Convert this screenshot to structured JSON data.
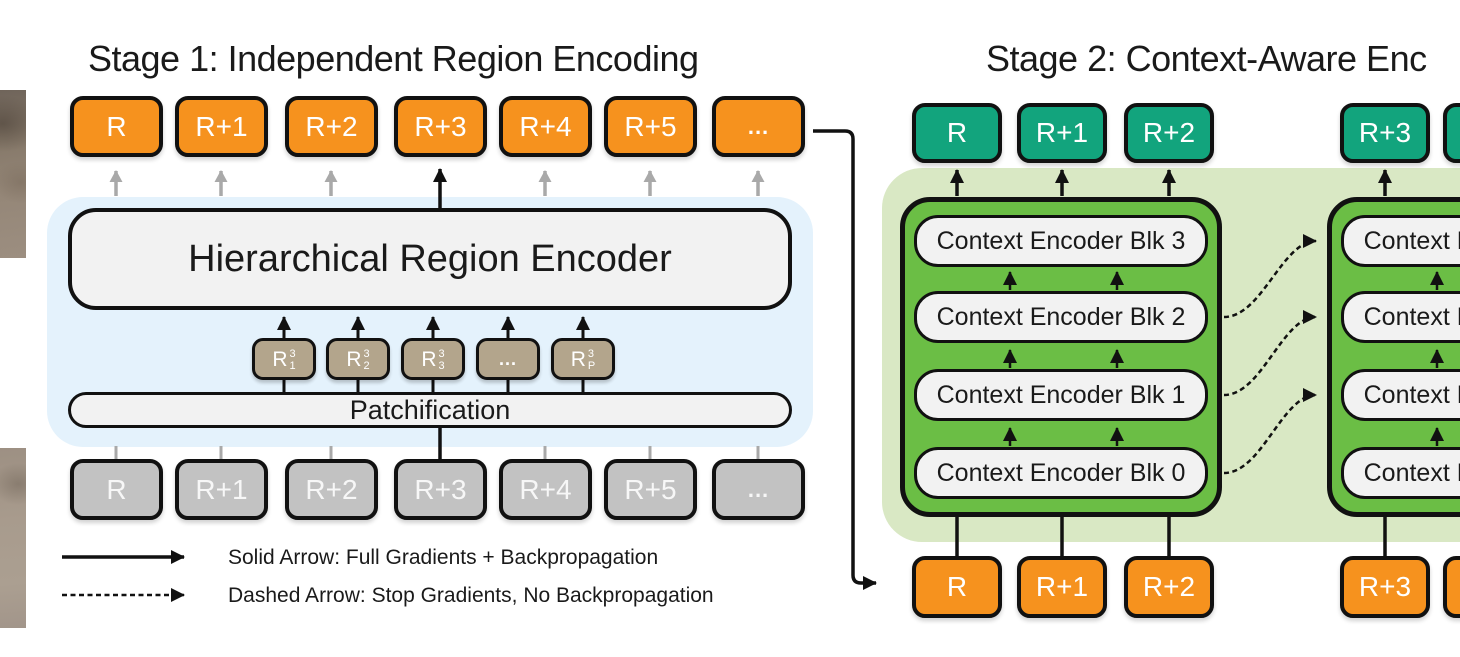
{
  "figure": {
    "stage1": {
      "title": "Stage 1: Independent Region Encoding",
      "output_tokens": [
        "R",
        "R+1",
        "R+2",
        "R+3",
        "R+4",
        "R+5",
        "..."
      ],
      "encoder_label": "Hierarchical Region Encoder",
      "patch_tokens": [
        {
          "base": "R",
          "sup": "3",
          "sub": "1"
        },
        {
          "base": "R",
          "sup": "3",
          "sub": "2"
        },
        {
          "base": "R",
          "sup": "3",
          "sub": "3"
        },
        {
          "dots": "..."
        },
        {
          "base": "R",
          "sup": "3",
          "sub": "P"
        }
      ],
      "patchification_label": "Patchification",
      "input_tokens": [
        "R",
        "R+1",
        "R+2",
        "R+3",
        "R+4",
        "R+5",
        "..."
      ],
      "legend_solid": "Solid Arrow: Full Gradients + Backpropagation",
      "legend_dashed": "Dashed Arrow: Stop Gradients, No Backpropagation"
    },
    "stage2": {
      "title": "Stage 2: Context-Aware Enc",
      "output_tokens": [
        "R",
        "R+1",
        "R+2",
        "R+3"
      ],
      "encoder_blocks": [
        "Context Encoder Blk 3",
        "Context Encoder Blk 2",
        "Context Encoder Blk 1",
        "Context Encoder Blk 0"
      ],
      "input_tokens": [
        "R",
        "R+1",
        "R+2",
        "R+3"
      ]
    },
    "colors": {
      "orange": "#F6921E",
      "teal": "#12A47D",
      "green": "#6BBE45",
      "light_green": "#D9E8C4",
      "light_blue": "#E4F2FC",
      "tan": "#B3A58C",
      "gray_token": "#C2C2C2",
      "gray_arrow": "#A9A9A9",
      "box_fill": "#F2F2F2",
      "ink": "#111111"
    }
  }
}
